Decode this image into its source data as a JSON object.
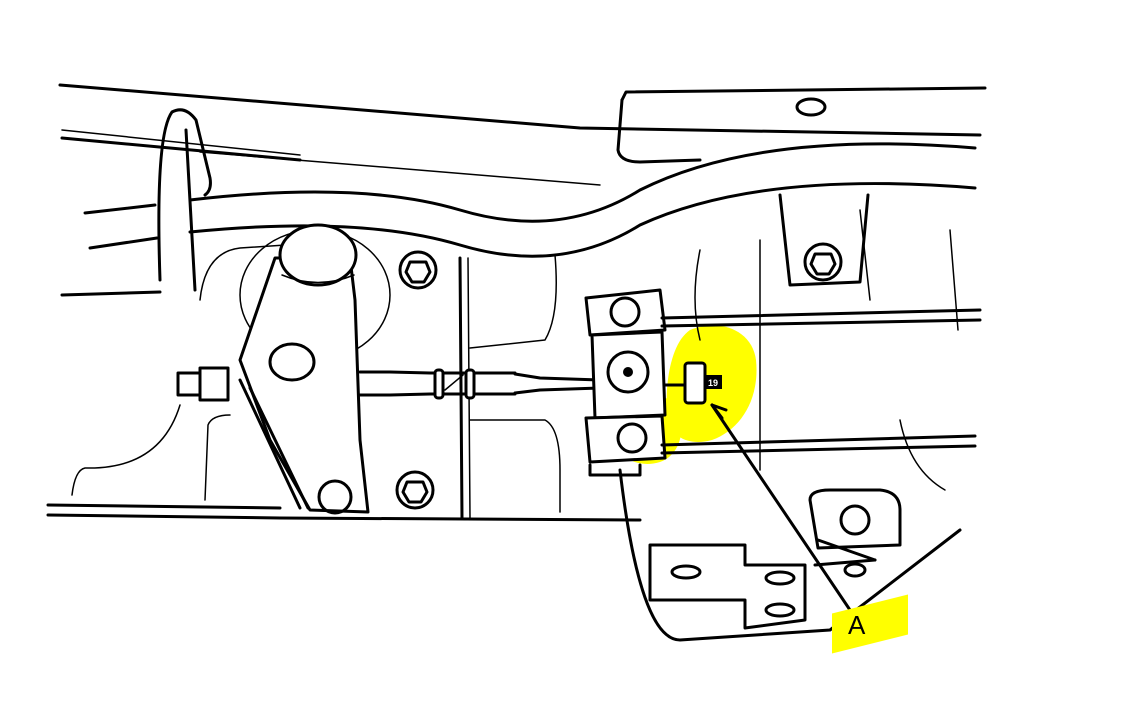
{
  "diagram": {
    "subject": "Vehicle underbody — parking brake cable equalizer / adjuster",
    "callouts": [
      {
        "id": "A",
        "label": "A",
        "target": "adjusting-nut",
        "highlight_color": "#ffff00"
      }
    ],
    "inline_marks": [
      {
        "id": "nut-tag",
        "text": "19"
      }
    ],
    "colors": {
      "line": "#000000",
      "background": "#ffffff",
      "highlight": "#ffff00"
    }
  }
}
